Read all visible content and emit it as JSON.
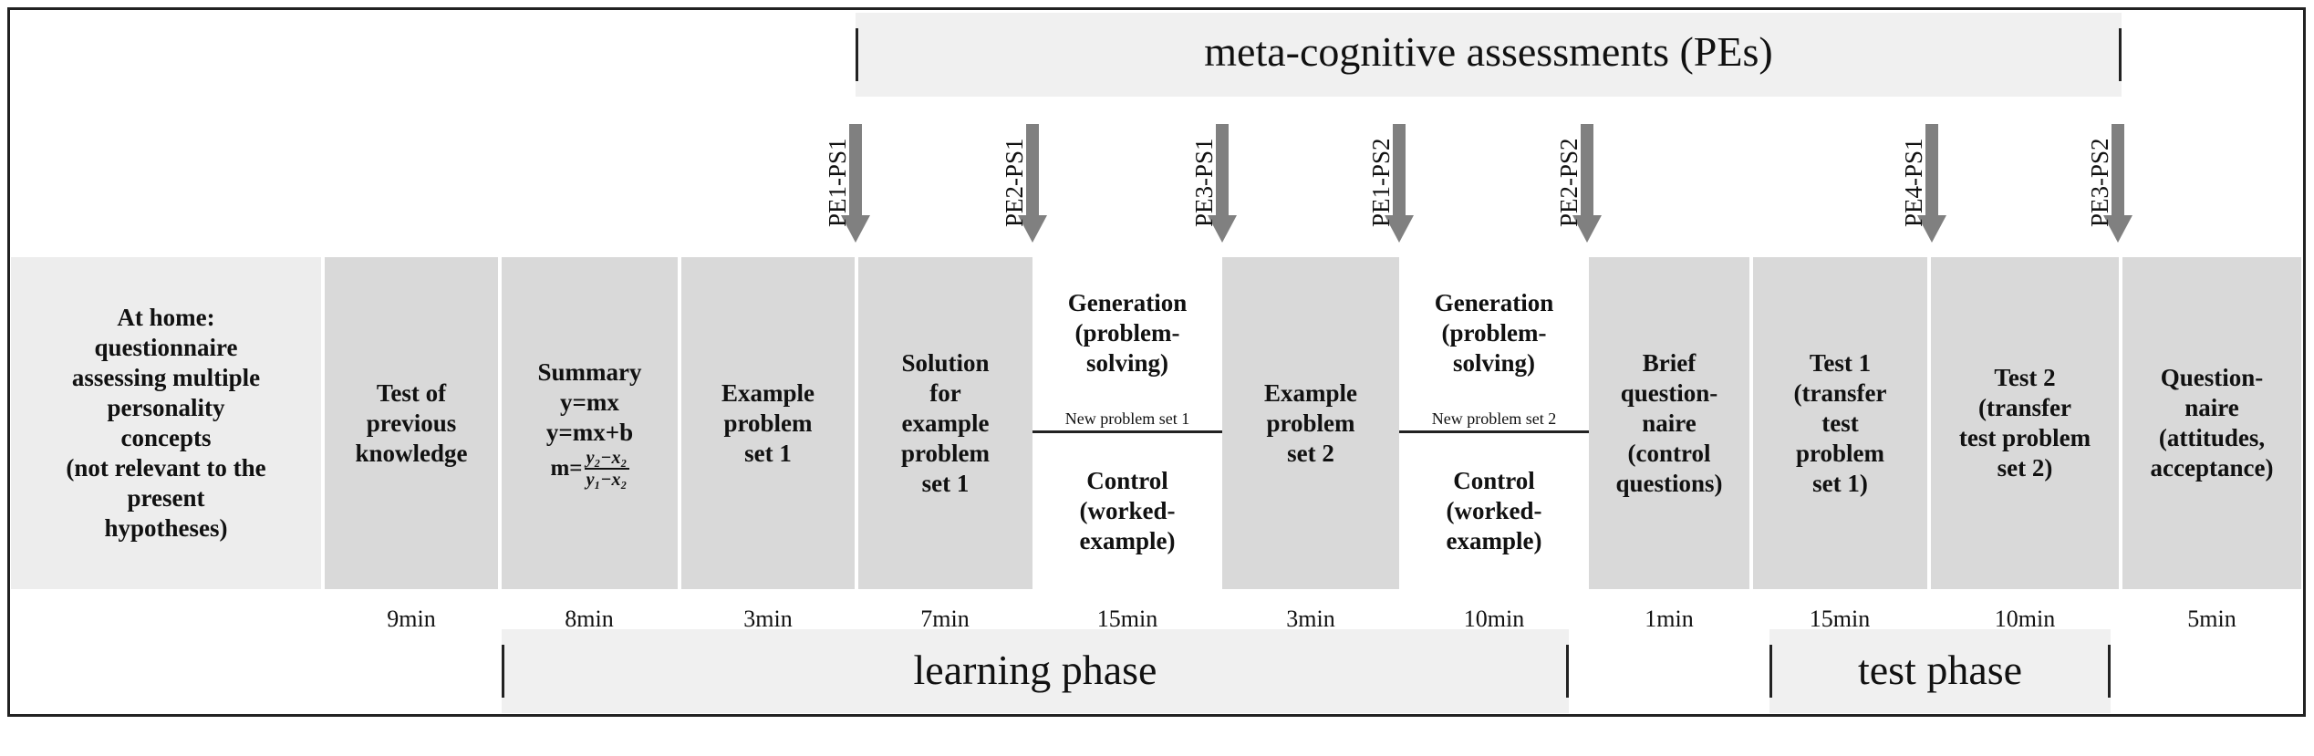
{
  "bands": {
    "meta": "meta-cognitive assessments (PEs)",
    "learning": "learning phase",
    "test": "test phase"
  },
  "cells": {
    "home": "At home:\nquestionnaire\nassessing multiple\npersonality\nconcepts\n(not relevant to the\npresent\nhypotheses)",
    "prev": "Test of\nprevious\nknowledge",
    "summary_title": "Summary",
    "summary_eq1": "y=mx",
    "summary_eq2": "y=mx+b",
    "summary_m": "m=",
    "summary_num": "y₂−x₂",
    "summary_den": "y₁−x₂",
    "ex1": "Example\nproblem\nset 1",
    "sol": "Solution\nfor\nexample\nproblem\nset 1",
    "gen1_top": "Generation\n(problem-\nsolving)",
    "gen1_mid": "New problem set 1",
    "gen1_bot": "Control\n(worked-\nexample)",
    "ex2": "Example\nproblem\nset 2",
    "gen2_top": "Generation\n(problem-\nsolving)",
    "gen2_mid": "New problem set 2",
    "gen2_bot": "Control\n(worked-\nexample)",
    "brief": "Brief\nquestion-\nnaire\n(control\nquestions)",
    "test1": "Test 1\n(transfer\ntest\nproblem\nset 1)",
    "test2": "Test 2\n(transfer\ntest problem\nset 2)",
    "quest": "Question-\nnaire\n(attitudes,\nacceptance)"
  },
  "durations": [
    "9min",
    "8min",
    "3min",
    "7min",
    "15min",
    "3min",
    "10min",
    "1min",
    "15min",
    "10min",
    "5min"
  ],
  "arrows": [
    "PE1-PS1",
    "PE2-PS1",
    "PE3-PS1",
    "PE1-PS2",
    "PE2-PS2",
    "PE4-PS1",
    "PE3-PS2"
  ]
}
